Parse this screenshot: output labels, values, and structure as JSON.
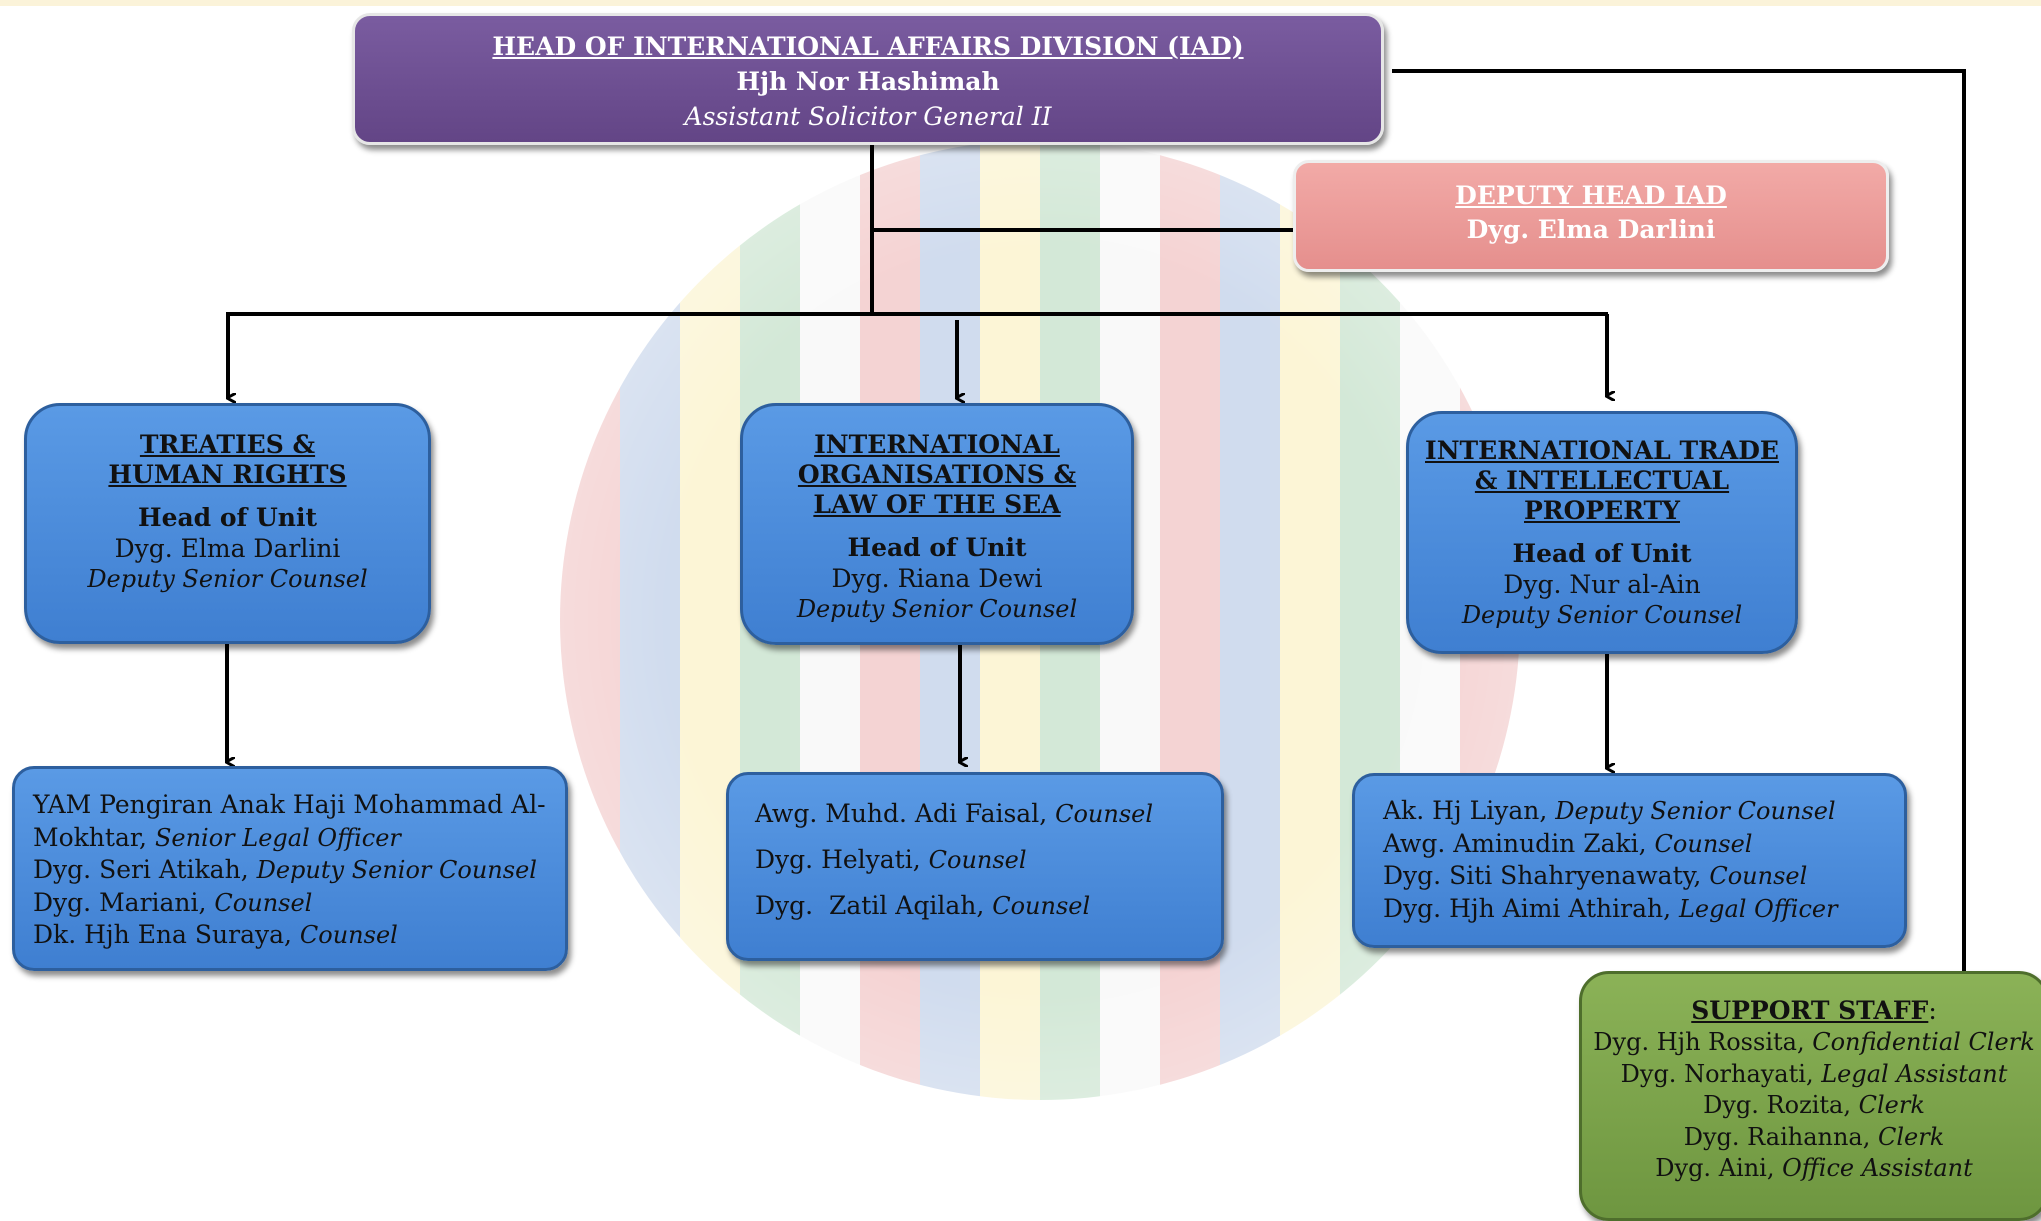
{
  "head": {
    "title": "HEAD OF INTERNATIONAL AFFAIRS DIVISION (IAD)",
    "name": "Hjh Nor Hashimah",
    "position": "Assistant Solicitor General II"
  },
  "deputy": {
    "title": "DEPUTY HEAD IAD",
    "name": "Dyg. Elma Darlini"
  },
  "units": [
    {
      "title_lines": [
        "TREATIES &",
        "HUMAN RIGHTS"
      ],
      "role": "Head of Unit",
      "name": "Dyg. Elma Darlini",
      "position": "Deputy Senior Counsel",
      "members": [
        {
          "name": "YAM Pengiran Anak Haji Mohammad Al-",
          "position": ""
        },
        {
          "name": "Mokhtar, ",
          "position": "Senior Legal Officer"
        },
        {
          "name": "Dyg. Seri Atikah, ",
          "position": "Deputy Senior Counsel"
        },
        {
          "name": "Dyg. Mariani, ",
          "position": "Counsel"
        },
        {
          "name": "Dk. Hjh Ena Suraya, ",
          "position": "Counsel"
        }
      ]
    },
    {
      "title_lines": [
        "INTERNATIONAL",
        "ORGANISATIONS &",
        "LAW OF THE SEA"
      ],
      "role": "Head of Unit",
      "name": "Dyg. Riana Dewi",
      "position": "Deputy Senior Counsel",
      "members": [
        {
          "name": "Awg. Muhd. Adi Faisal, ",
          "position": "Counsel"
        },
        {
          "name": "Dyg. Helyati, ",
          "position": "Counsel"
        },
        {
          "name": "Dyg.  Zatil Aqilah, ",
          "position": "Counsel"
        }
      ]
    },
    {
      "title_lines": [
        "INTERNATIONAL TRADE",
        "& INTELLECTUAL",
        "PROPERTY"
      ],
      "role": "Head of Unit",
      "name": "Dyg. Nur al-Ain",
      "position": "Deputy Senior Counsel",
      "members": [
        {
          "name": "Ak. Hj Liyan, ",
          "position": "Deputy Senior Counsel"
        },
        {
          "name": "Awg. Aminudin Zaki, ",
          "position": "Counsel"
        },
        {
          "name": "Dyg. Siti Shahryenawaty, ",
          "position": "Counsel"
        },
        {
          "name": "Dyg. Hjh Aimi Athirah, ",
          "position": "Legal Officer"
        }
      ]
    }
  ],
  "support": {
    "title": "SUPPORT STAFF",
    "suffix": ":",
    "members": [
      {
        "name": "Dyg. Hjh Rossita, ",
        "position": "Confidential Clerk"
      },
      {
        "name": "Dyg. Norhayati, ",
        "position": "Legal Assistant"
      },
      {
        "name": "Dyg. Rozita, ",
        "position": "Clerk"
      },
      {
        "name": "Dyg. Raihanna, ",
        "position": "Clerk"
      },
      {
        "name": "Dyg. Aini, ",
        "position": "Office Assistant"
      }
    ]
  },
  "colors": {
    "head": "#6b4d8f",
    "deputy": "#ea9a98",
    "unit": "#4a8adb",
    "support": "#7ea54c",
    "connector": "#000000"
  }
}
